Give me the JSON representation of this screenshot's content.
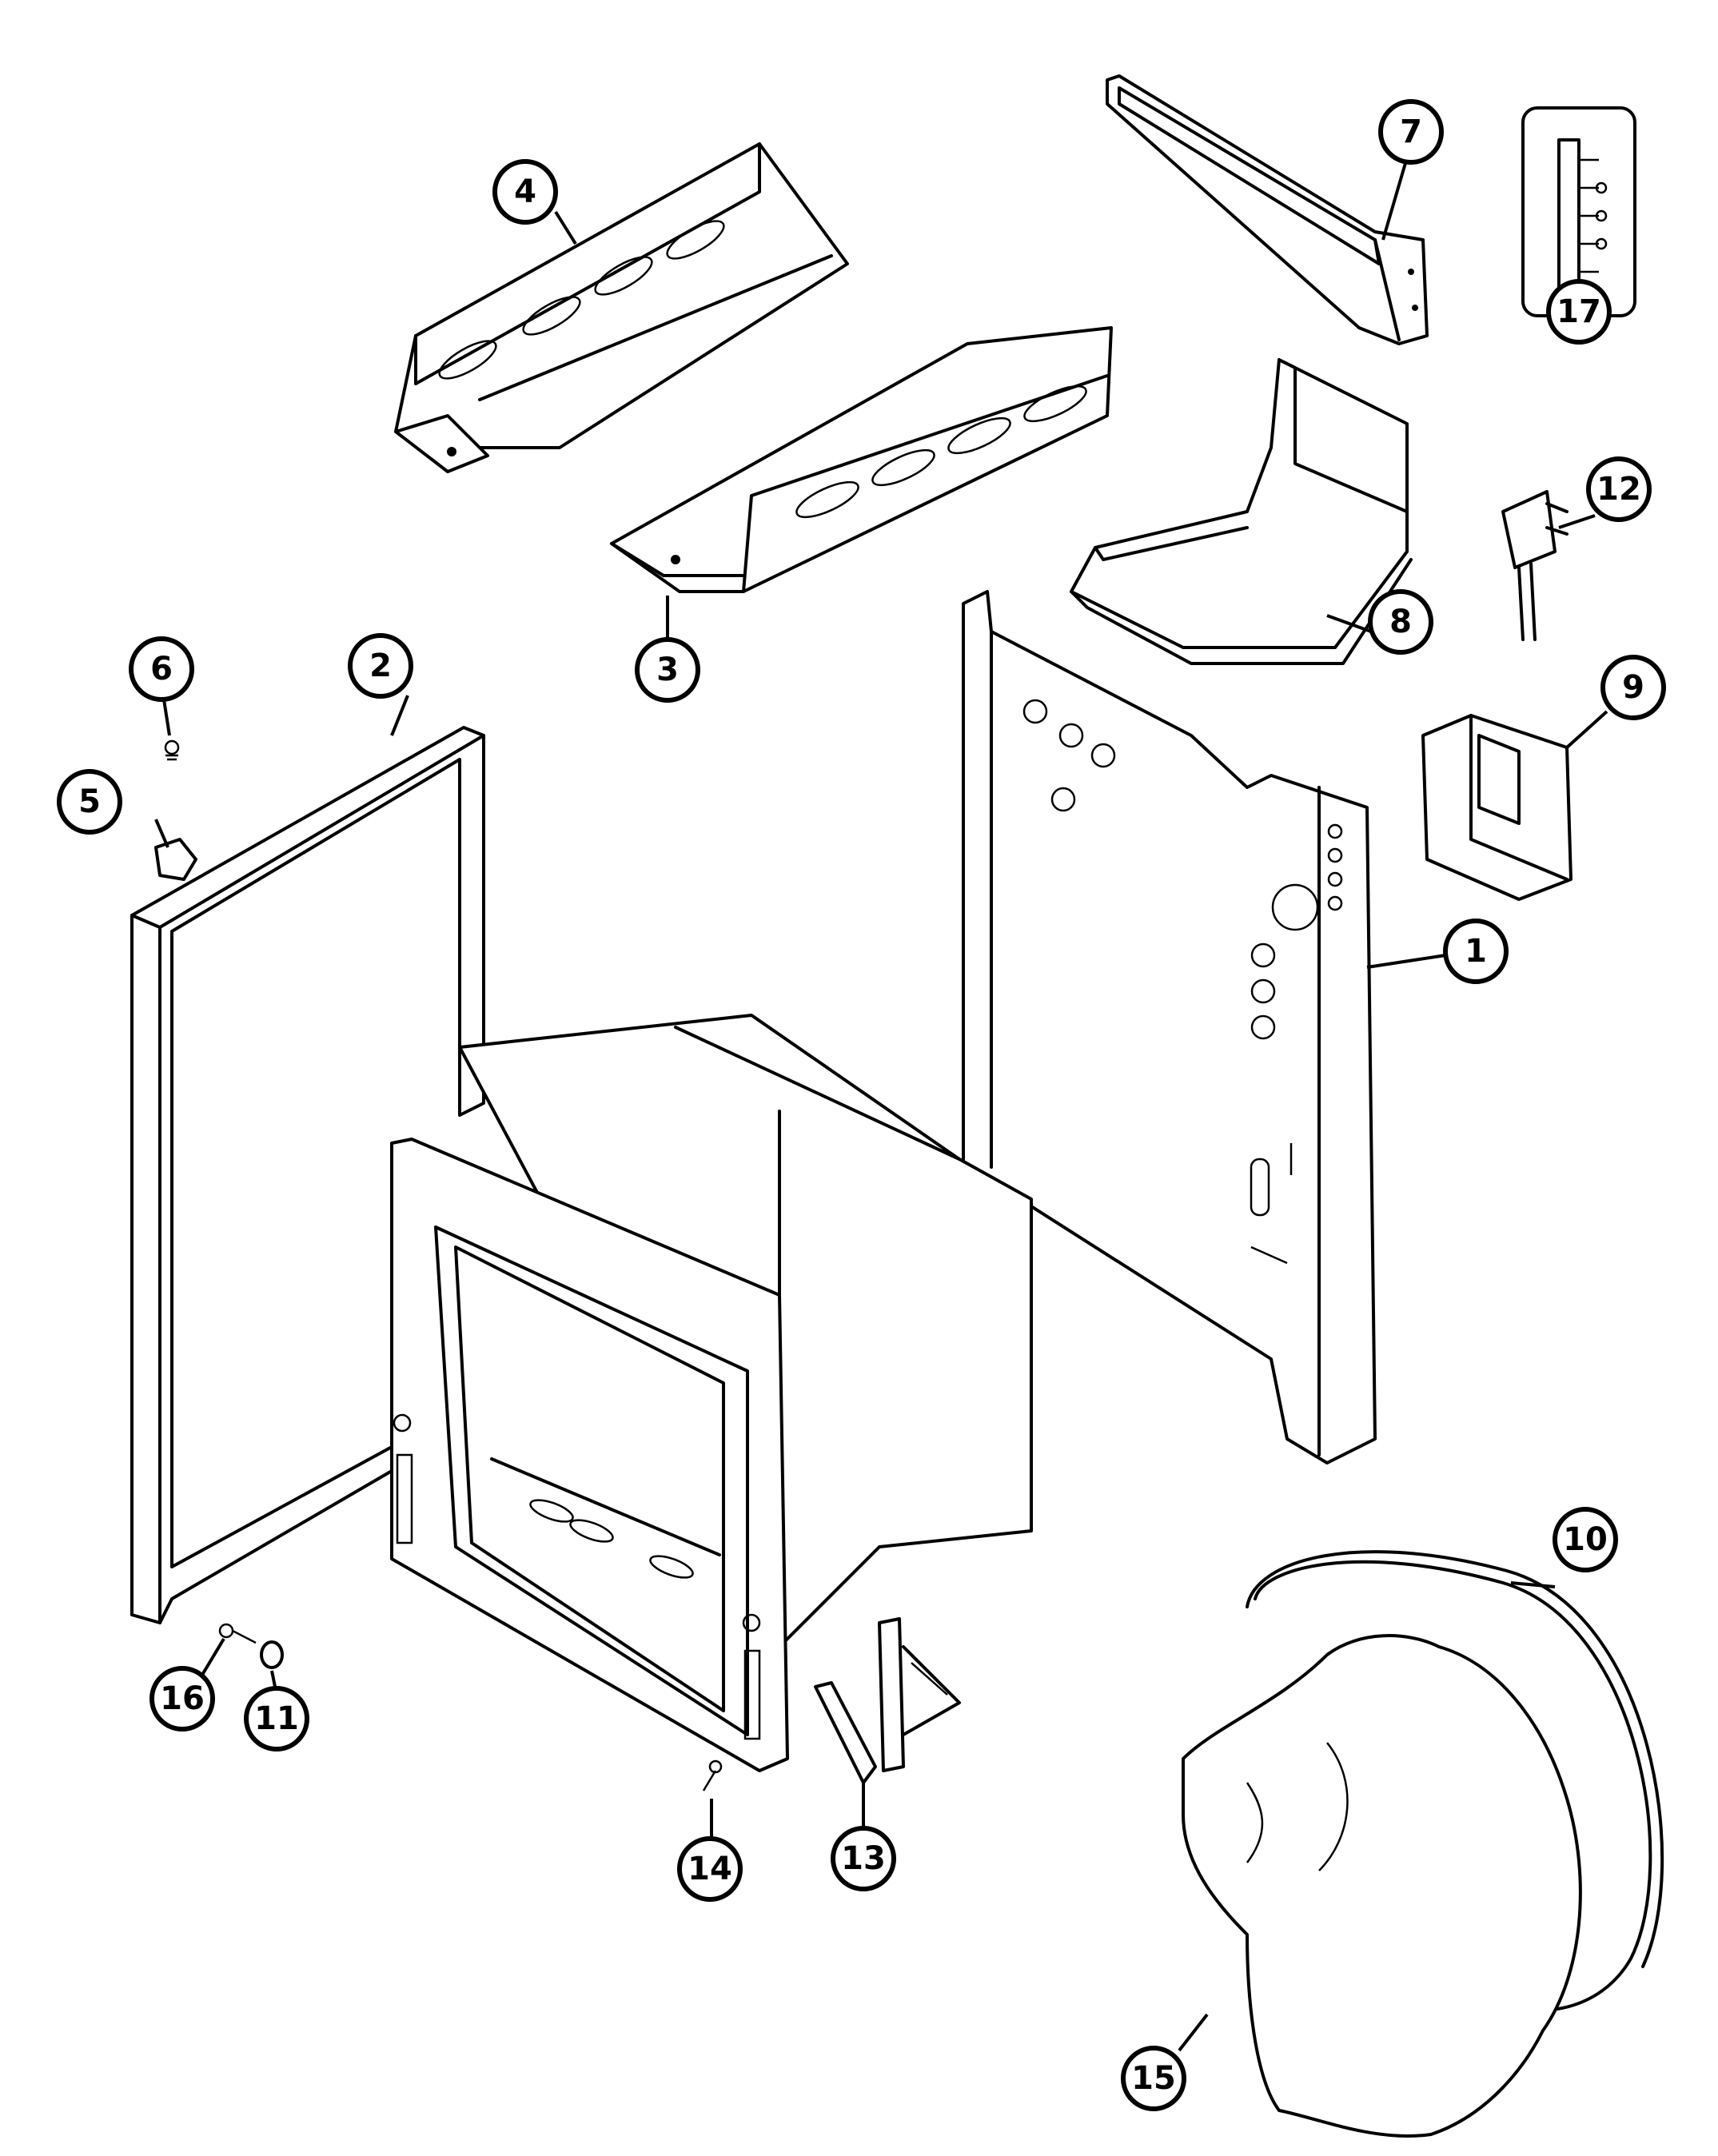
{
  "diagram": {
    "type": "exploded-parts-diagram",
    "callouts": [
      {
        "id": "callout-1",
        "number": "1"
      },
      {
        "id": "callout-2",
        "number": "2"
      },
      {
        "id": "callout-3",
        "number": "3"
      },
      {
        "id": "callout-4",
        "number": "4"
      },
      {
        "id": "callout-5",
        "number": "5"
      },
      {
        "id": "callout-6",
        "number": "6"
      },
      {
        "id": "callout-7",
        "number": "7"
      },
      {
        "id": "callout-8",
        "number": "8"
      },
      {
        "id": "callout-9",
        "number": "9"
      },
      {
        "id": "callout-10",
        "number": "10"
      },
      {
        "id": "callout-11",
        "number": "11"
      },
      {
        "id": "callout-12",
        "number": "12"
      },
      {
        "id": "callout-13",
        "number": "13"
      },
      {
        "id": "callout-14",
        "number": "14"
      },
      {
        "id": "callout-15",
        "number": "15"
      },
      {
        "id": "callout-16",
        "number": "16"
      },
      {
        "id": "callout-17",
        "number": "17"
      }
    ]
  }
}
